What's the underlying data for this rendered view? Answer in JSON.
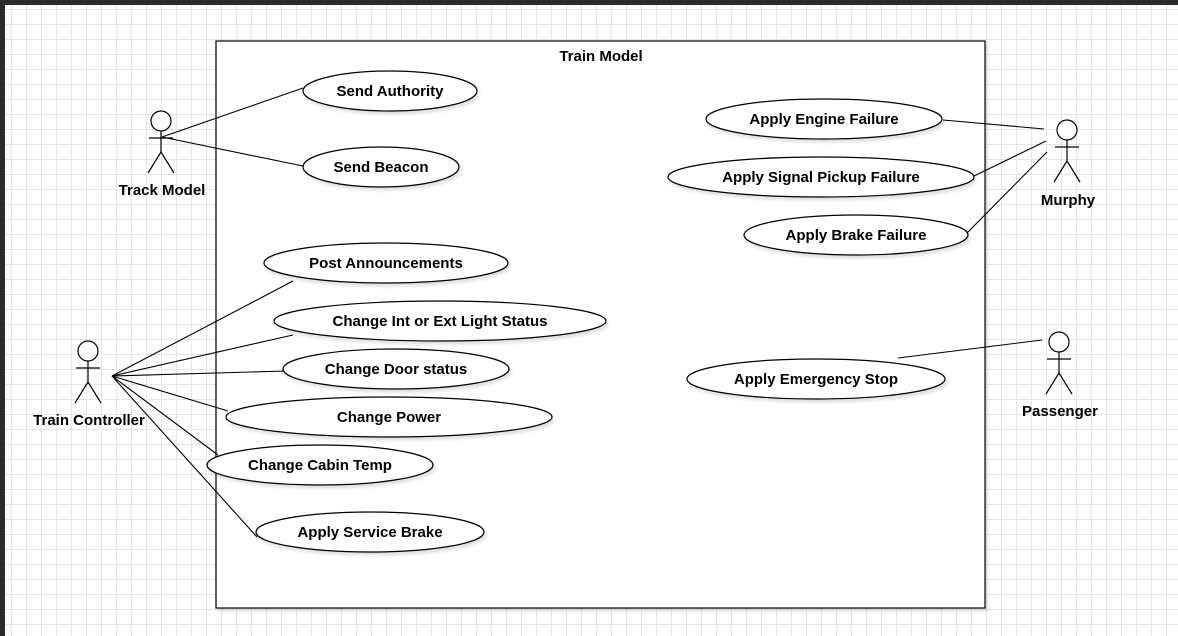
{
  "diagram": {
    "system_title": "Train Model",
    "actors": {
      "track_model": "Track Model",
      "train_controller": "Train Controller",
      "murphy": "Murphy",
      "passenger": "Passenger"
    },
    "use_cases": {
      "send_authority": "Send Authority",
      "send_beacon": "Send Beacon",
      "post_announcements": "Post Announcements",
      "change_light_status": "Change Int or Ext Light Status",
      "change_door_status": "Change Door status",
      "change_power": "Change Power",
      "change_cabin_temp": "Change Cabin Temp",
      "apply_service_brake": "Apply Service Brake",
      "apply_engine_failure": "Apply Engine Failure",
      "apply_signal_pickup_failure": "Apply Signal Pickup Failure",
      "apply_brake_failure": "Apply Brake Failure",
      "apply_emergency_stop": "Apply Emergency Stop"
    }
  }
}
